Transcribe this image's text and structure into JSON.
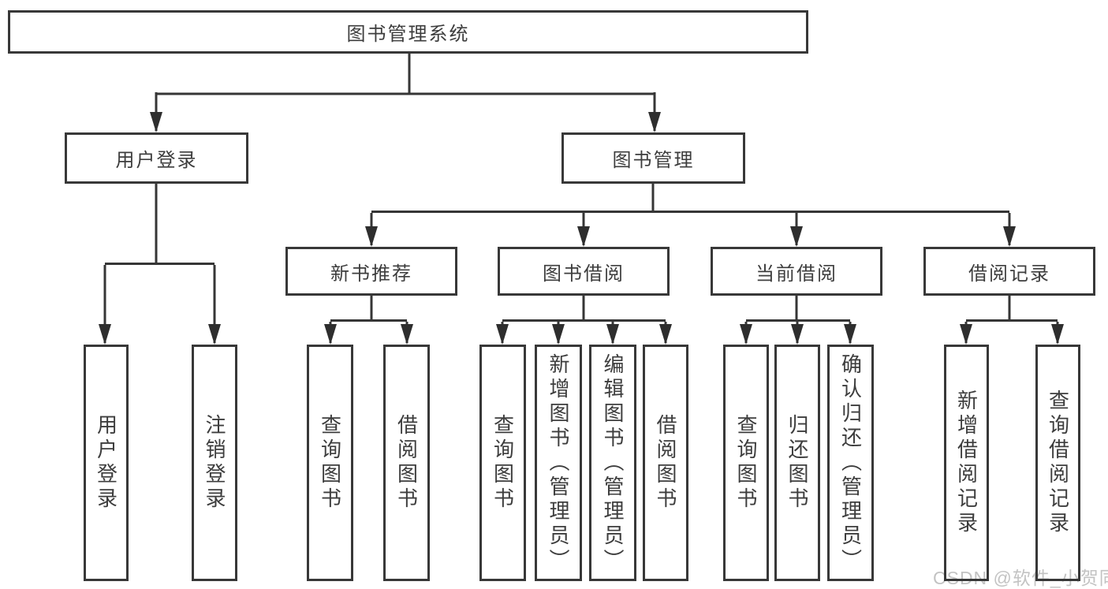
{
  "diagram": {
    "title": "图书管理系统",
    "watermark": "CSDN @软件_小贺同学",
    "colors": {
      "line": "#363636",
      "box_border": "#383838",
      "text": "#3d3d3d",
      "watermark": "#c3c3c3",
      "background": "#ffffff"
    },
    "nodes": {
      "root": {
        "label": "图书管理系统"
      },
      "user_login": {
        "label": "用户登录"
      },
      "book_mgmt": {
        "label": "图书管理"
      },
      "login": {
        "label": "用户登录"
      },
      "logout": {
        "label": "注销登录"
      },
      "new_book_rec": {
        "label": "新书推荐"
      },
      "book_borrow": {
        "label": "图书借阅"
      },
      "current_borrow": {
        "label": "当前借阅"
      },
      "borrow_record": {
        "label": "借阅记录"
      },
      "nbr_query": {
        "label": "查询图书"
      },
      "nbr_borrow": {
        "label": "借阅图书"
      },
      "bb_query": {
        "label": "查询图书"
      },
      "bb_add": {
        "label": "新增图书（管理员）"
      },
      "bb_edit": {
        "label": "编辑图书（管理员）"
      },
      "bb_borrow": {
        "label": "借阅图书"
      },
      "cb_query": {
        "label": "查询图书"
      },
      "cb_return": {
        "label": "归还图书"
      },
      "cb_confirm": {
        "label": "确认归还（管理员）"
      },
      "br_add": {
        "label": "新增借阅记录"
      },
      "br_query": {
        "label": "查询借阅记录"
      }
    }
  }
}
